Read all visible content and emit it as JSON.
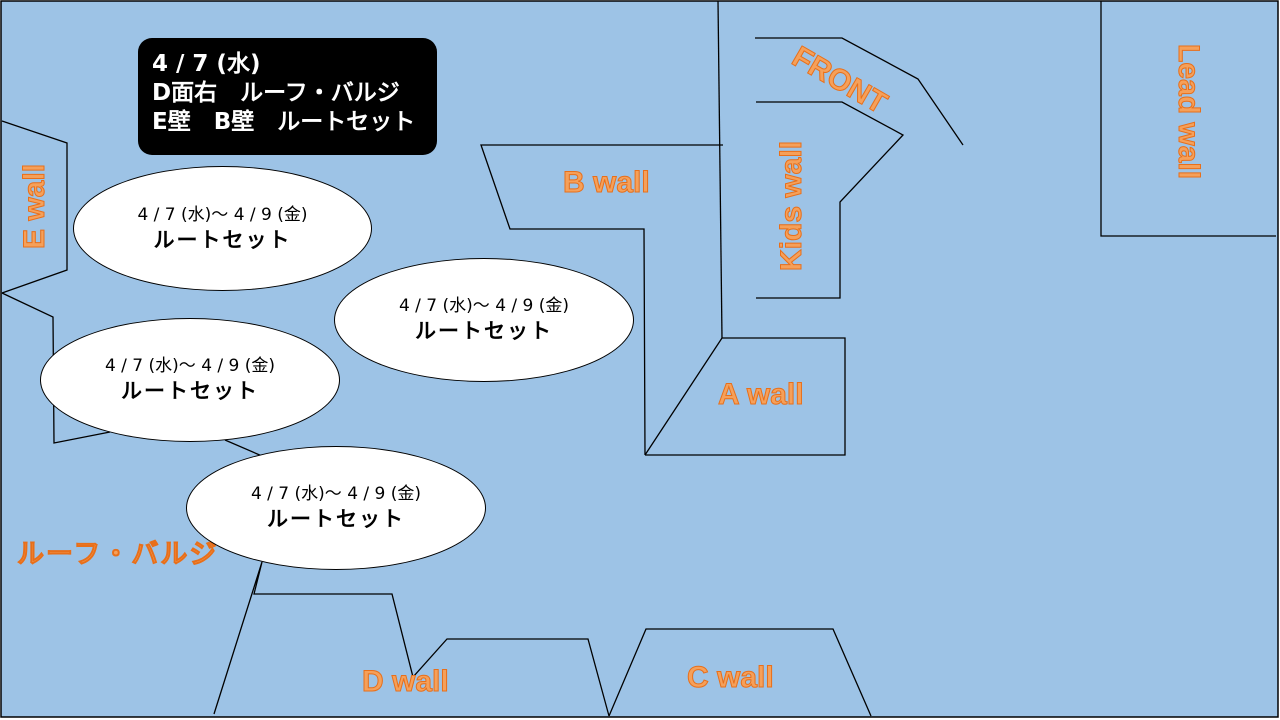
{
  "colors": {
    "background": "#9dc3e6",
    "wall_line": "#000000",
    "label_fill": "#f5a05a",
    "label_stroke": "#e86f1a",
    "info_box": "#000000",
    "bubble": "#ffffff"
  },
  "info": {
    "line1": "4 / 7 (水)",
    "line2": "D面右　ルーフ・バルジ",
    "line3": "E壁　B壁　ルートセット"
  },
  "labels": {
    "front": "FRONT",
    "lead_wall": "Lead wall",
    "kids_wall": "Kids wall",
    "e_wall": "E wall",
    "b_wall": "B wall",
    "a_wall": "A wall",
    "d_wall": "D wall",
    "c_wall": "C wall",
    "roof_bulge": "ルーフ・バルジ"
  },
  "bubbles": [
    {
      "date": "4 / 7 (水)〜 4 / 9 (金)",
      "task": "ルートセット"
    },
    {
      "date": "4 / 7 (水)〜 4 / 9 (金)",
      "task": "ルートセット"
    },
    {
      "date": "4 / 7 (水)〜 4 / 9 (金)",
      "task": "ルートセット"
    },
    {
      "date": "4 / 7 (水)〜 4 / 9 (金)",
      "task": "ルートセット"
    }
  ]
}
